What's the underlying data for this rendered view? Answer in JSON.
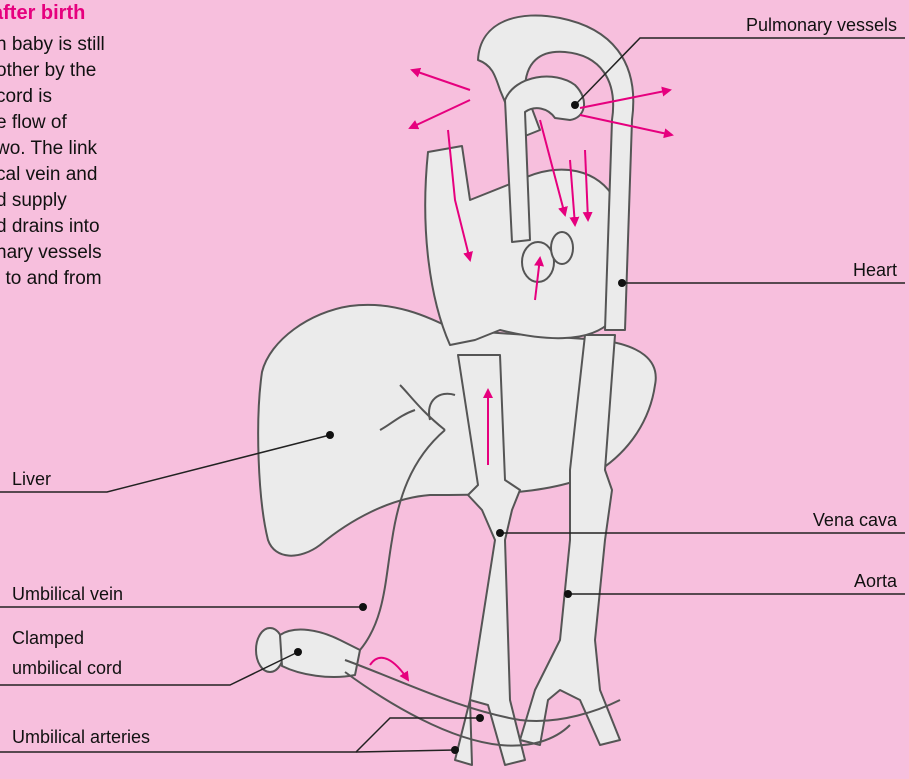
{
  "intro": {
    "title": "after birth",
    "lines": [
      "n baby is still",
      "other by the",
      "cord is",
      "e flow of",
      "wo. The link",
      "cal vein and",
      "d supply",
      "d drains into",
      "nary vessels",
      "l to and from"
    ]
  },
  "labels": {
    "pulmonary_vessels": "Pulmonary vessels",
    "heart": "Heart",
    "liver": "Liver",
    "vena_cava": "Vena cava",
    "aorta": "Aorta",
    "umbilical_vein": "Umbilical vein",
    "clamped_cord_line1": "Clamped",
    "clamped_cord_line2": "umbilical cord",
    "umbilical_arteries": "Umbilical arteries"
  },
  "colors": {
    "background": "#f7bfdd",
    "accent": "#e6007e",
    "organ_fill": "#ebebeb",
    "outline": "#555555"
  }
}
